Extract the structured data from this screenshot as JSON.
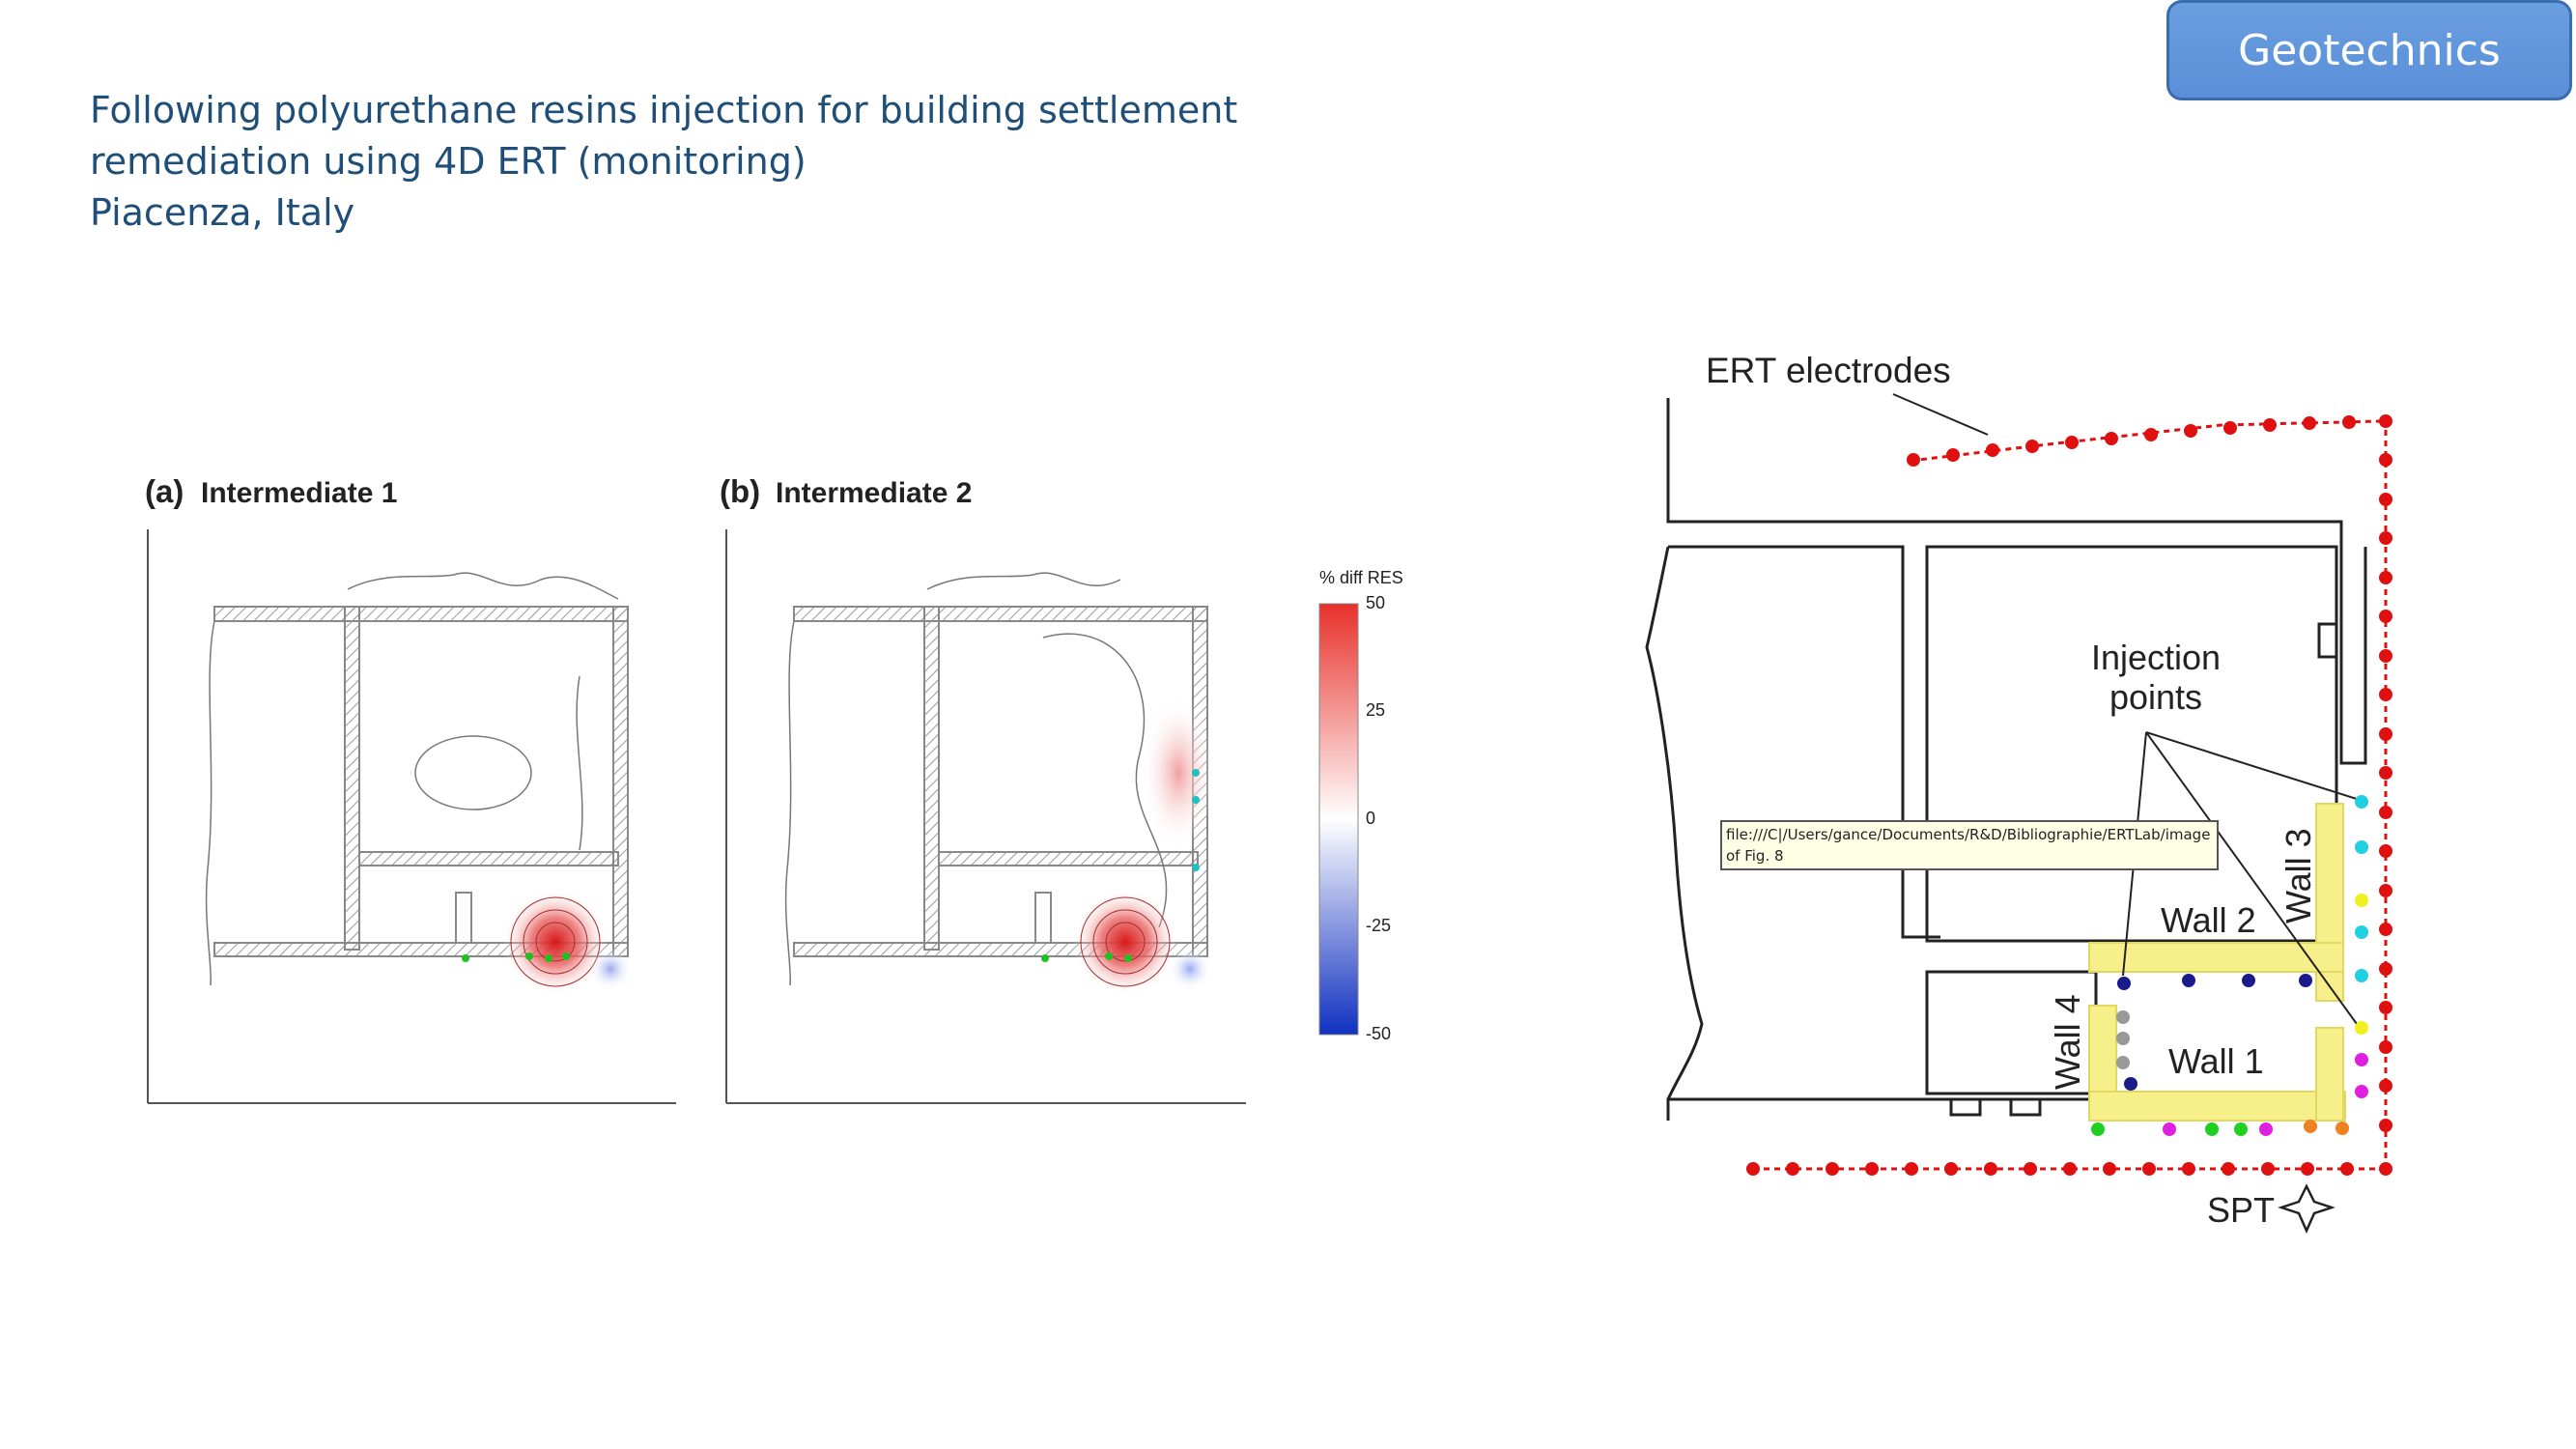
{
  "header": {
    "tag_label": "Geotechnics"
  },
  "title": {
    "line1": "Following polyurethane resins injection for building settlement",
    "line2": "remediation using 4D ERT (monitoring)",
    "line3": "Piacenza, Italy"
  },
  "panels": {
    "a": {
      "letter": "(a)",
      "label": "Intermediate 1"
    },
    "b": {
      "letter": "(b)",
      "label": "Intermediate 2"
    }
  },
  "colorbar": {
    "title": "% diff RES",
    "ticks": [
      "50",
      "25",
      "0",
      "-25",
      "-50"
    ],
    "colors": {
      "high": "#e8302a",
      "mid": "#ffffff",
      "low": "#1030c0"
    }
  },
  "plan": {
    "ert_label": "ERT electrodes",
    "injection_label_1": "Injection",
    "injection_label_2": "points",
    "walls": {
      "w1": "Wall 1",
      "w2": "Wall 2",
      "w3": "Wall 3",
      "w4": "Wall 4"
    },
    "spt_label": "SPT",
    "tooltip": "file:///C|/Users/gance/Documents/R&D/Bibliographie/ERTLab/image of Fig. 8",
    "colors": {
      "electrode": "#e01010",
      "wall_fill": "#f7ef8a",
      "point_blue": "#1a1a8a",
      "point_cyan": "#20d0e0",
      "point_yellow": "#f0f020",
      "point_magenta": "#e020e0",
      "point_green": "#20d020",
      "point_orange": "#f08020",
      "point_gray": "#999999"
    }
  }
}
